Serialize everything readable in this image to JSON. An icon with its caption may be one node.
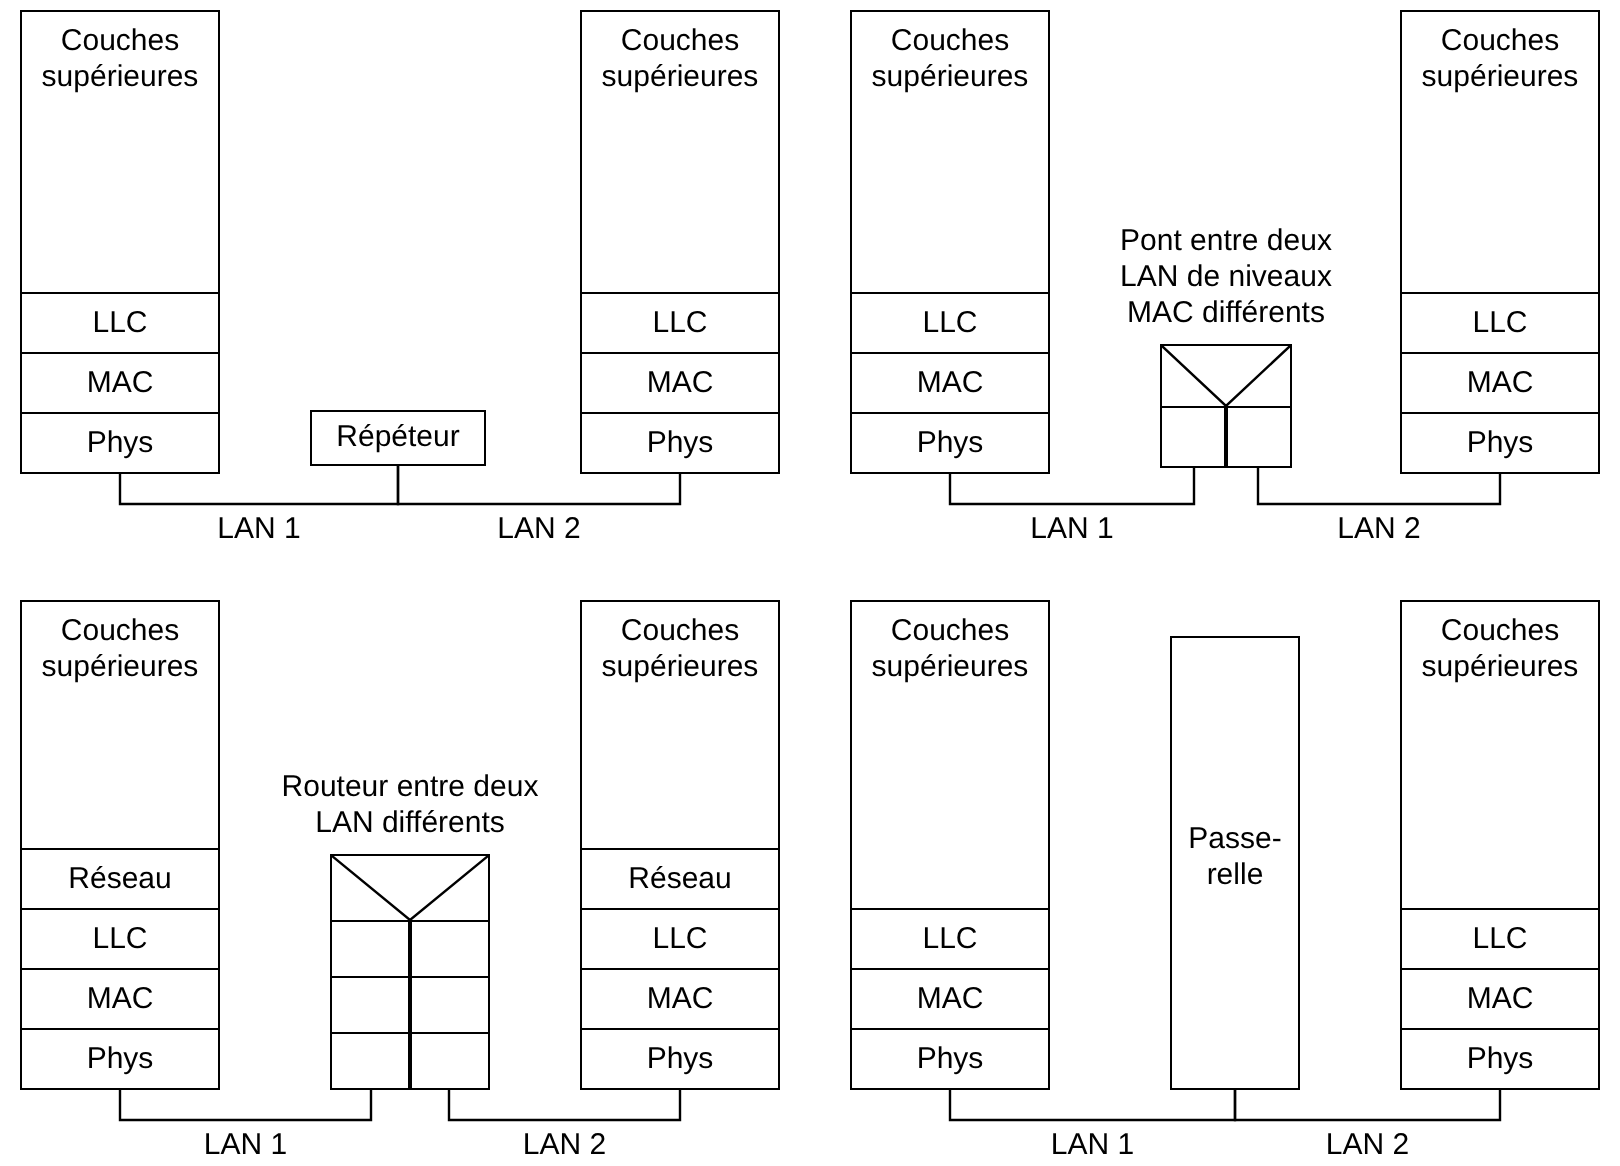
{
  "diagram": {
    "nodes": [
      {
        "text": [
          "Couches supérieures"
        ]
      },
      {
        "text": [
          "LLC"
        ],
        "in": 0
      },
      {
        "text": [
          "MAC"
        ],
        "in": 0
      },
      {
        "text": [
          "Phys"
        ],
        "in": 0
      },
      {
        "text": [
          "Répéteur"
        ]
      },
      {
        "text": [
          "Couches supérieures"
        ]
      },
      {
        "text": [
          "LLC"
        ],
        "in": 5
      },
      {
        "text": [
          "MAC"
        ],
        "in": 5
      },
      {
        "text": [
          "Phys"
        ],
        "in": 5
      },
      {
        "text": [
          "Couches supérieures"
        ]
      },
      {
        "text": [
          "LLC"
        ],
        "in": 9
      },
      {
        "text": [
          "MAC"
        ],
        "in": 9
      },
      {
        "text": [
          "Phys"
        ],
        "in": 9
      },
      {
        "text": [
          "Pont entre deux LAN de niveaux MAC différents"
        ]
      },
      {
        "text": [],
        "shape": "box",
        "in": 13
      },
      {
        "text": [],
        "shape": "box",
        "in": 13
      },
      {
        "text": [
          "Couches supérieures"
        ]
      },
      {
        "text": [
          "LLC"
        ],
        "in": 16
      },
      {
        "text": [
          "MAC"
        ],
        "in": 16
      },
      {
        "text": [
          "Phys"
        ],
        "in": 16
      },
      {
        "text": [
          "Couches supérieures"
        ]
      },
      {
        "text": [
          "Réseau"
        ],
        "in": 20
      },
      {
        "text": [
          "LLC"
        ],
        "in": 20
      },
      {
        "text": [
          "MAC"
        ],
        "in": 20
      },
      {
        "text": [
          "Phys"
        ],
        "in": 20
      },
      {
        "text": [
          "Routeur entre deux LAN différents"
        ]
      },
      {
        "text": [],
        "shape": "box",
        "in": 25
      },
      {
        "text": [],
        "shape": "box",
        "in": 25
      },
      {
        "text": [],
        "shape": "box",
        "in": 25
      },
      {
        "text": [],
        "shape": "box",
        "in": 25
      },
      {
        "text": [],
        "shape": "box",
        "in": 25
      },
      {
        "text": [],
        "shape": "box",
        "in": 25
      },
      {
        "text": [
          "Couches supérieures"
        ]
      },
      {
        "text": [
          "Réseau"
        ],
        "in": 32
      },
      {
        "text": [
          "LLC"
        ],
        "in": 32
      },
      {
        "text": [
          "MAC"
        ],
        "in": 32
      },
      {
        "text": [
          "Phys"
        ],
        "in": 32
      },
      {
        "text": [
          "Couches supérieures"
        ]
      },
      {
        "text": [
          "LLC"
        ],
        "in": 37
      },
      {
        "text": [
          "MAC"
        ],
        "in": 37
      },
      {
        "text": [
          "Phys"
        ],
        "in": 37
      },
      {
        "text": [
          "Passe-relle"
        ]
      },
      {
        "text": [
          "Couches supérieures"
        ]
      },
      {
        "text": [
          "LLC"
        ],
        "in": 42
      },
      {
        "text": [
          "MAC"
        ],
        "in": 42
      },
      {
        "text": [
          "Phys"
        ],
        "in": 42
      }
    ],
    "edges": [
      {
        "from": 3,
        "to": 4,
        "arrow": "none",
        "label": "LAN 1"
      },
      {
        "from": 4,
        "to": 8,
        "arrow": "none",
        "label": "LAN 2"
      },
      {
        "from": 12,
        "to": 14,
        "arrow": "none",
        "label": "LAN 1"
      },
      {
        "from": 15,
        "to": 19,
        "arrow": "none",
        "label": "LAN 2"
      },
      {
        "from": 24,
        "to": 30,
        "arrow": "none",
        "label": "LAN 1"
      },
      {
        "from": 31,
        "to": 36,
        "arrow": "none",
        "label": "LAN 2"
      },
      {
        "from": 40,
        "to": 41,
        "arrow": "none",
        "label": "LAN 1"
      },
      {
        "from": 41,
        "to": 45,
        "arrow": "none",
        "label": "LAN 2"
      }
    ]
  }
}
